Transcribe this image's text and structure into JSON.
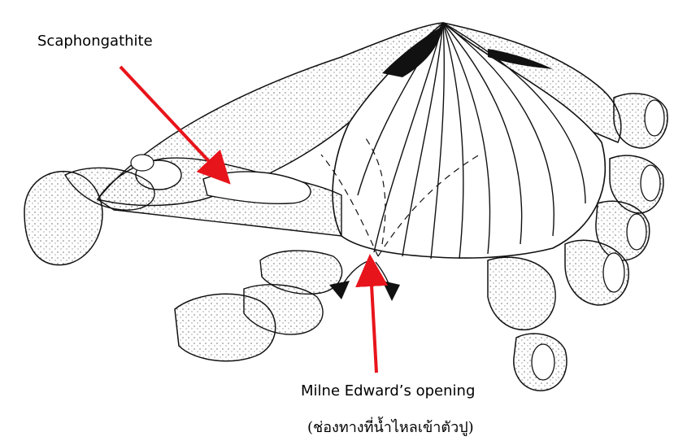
{
  "labels": {
    "scaphognathite": "Scaphongathite",
    "milne_edwards_opening": "Milne Edward’s opening",
    "milne_edwards_thai": "(ช่องทางที่น้ำไหลเข้าตัวปู)"
  },
  "colors": {
    "arrow": "#e8141b",
    "ink": "#111111",
    "paper": "#ffffff"
  }
}
